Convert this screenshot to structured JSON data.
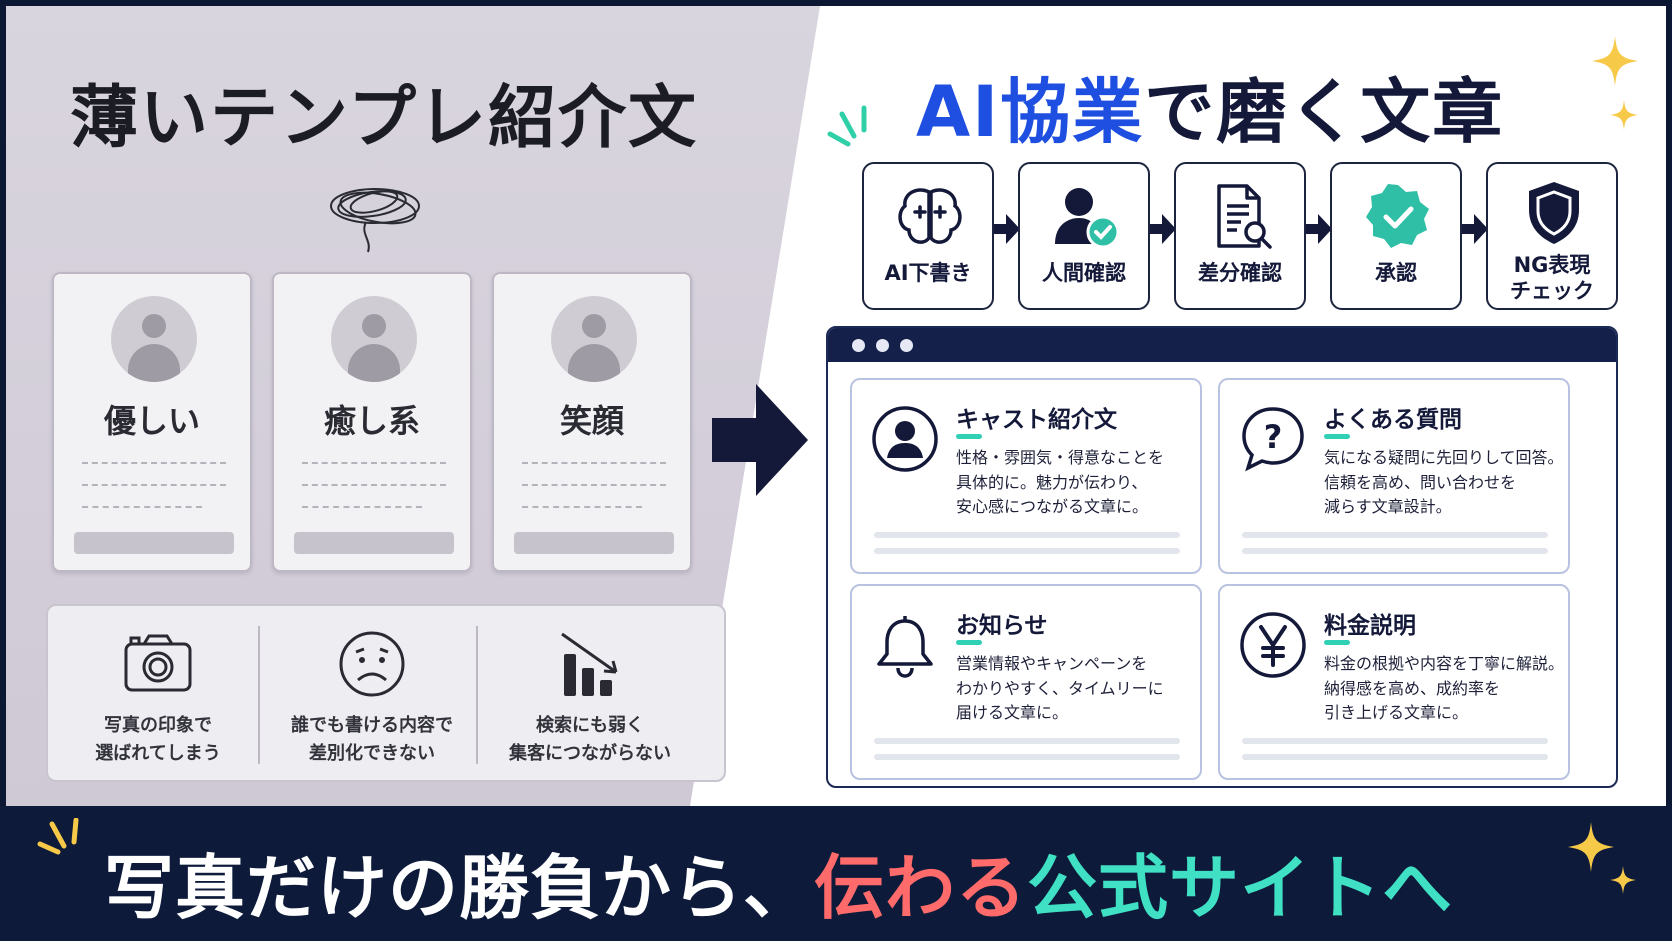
{
  "left": {
    "title": "薄いテンプレ紹介文",
    "cards": [
      {
        "name": "優しい"
      },
      {
        "name": "癒し系"
      },
      {
        "name": "笑顔"
      }
    ],
    "issues": [
      {
        "icon": "camera-icon",
        "text": "写真の印象で\n選ばれてしまう"
      },
      {
        "icon": "sad-face-icon",
        "text": "誰でも書ける内容で\n差別化できない"
      },
      {
        "icon": "declining-chart-icon",
        "text": "検索にも弱く\n集客につながらない"
      }
    ]
  },
  "right": {
    "title_accent": "AI協業",
    "title_rest": "で磨く文章",
    "steps": [
      {
        "icon": "ai-brain-icon",
        "label": "AI下書き"
      },
      {
        "icon": "user-check-icon",
        "label": "人間確認"
      },
      {
        "icon": "document-search-icon",
        "label": "差分確認"
      },
      {
        "icon": "approval-badge-icon",
        "label": "承認"
      },
      {
        "icon": "shield-icon",
        "label": "NG表現\nチェック"
      }
    ],
    "features": [
      {
        "icon": "person-circle-icon",
        "title": "キャスト紹介文",
        "body": "性格・雰囲気・得意なことを\n具体的に。魅力が伝わり、\n安心感につながる文章に。"
      },
      {
        "icon": "question-bubble-icon",
        "title": "よくある質問",
        "body": "気になる疑問に先回りして回答。\n信頼を高め、問い合わせを\n減らす文章設計。"
      },
      {
        "icon": "bell-icon",
        "title": "お知らせ",
        "body": "営業情報やキャンペーンを\nわかりやすく、タイムリーに\n届ける文章に。"
      },
      {
        "icon": "yen-circle-icon",
        "title": "料金説明",
        "body": "料金の根拠や内容を丁寧に解説。\n納得感を高め、成約率を\n引き上げる文章に。"
      }
    ]
  },
  "tagline": {
    "part1": "写真だけの勝負から、",
    "part2": "伝わる",
    "part3": "公式サイトへ"
  },
  "colors": {
    "accent_blue": "#1f4fe0",
    "navy": "#0d1a3a",
    "teal": "#3fe0c4",
    "coral": "#ff6b6b",
    "sparkle": "#f7c948"
  }
}
